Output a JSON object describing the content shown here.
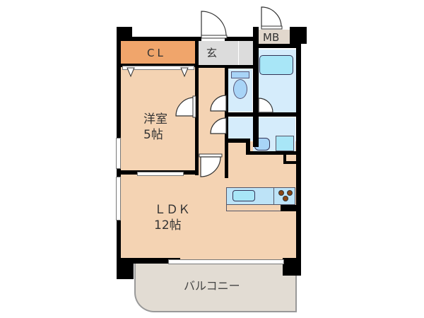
{
  "floorplan": {
    "rooms": {
      "closet": {
        "label": "CL"
      },
      "entrance": {
        "label": "玄"
      },
      "meter_box": {
        "label": "MB"
      },
      "western_room": {
        "label_line1": "洋室",
        "label_line2": "5帖"
      },
      "ldk": {
        "label_line1": "ＬＤＫ",
        "label_line2": "12帖"
      },
      "balcony": {
        "label": "バルコニー"
      }
    },
    "colors": {
      "floor": "#f4d3b3",
      "closet": "#f0a56b",
      "entrance": "#dcdcdc",
      "wet_area": "#d5ecfb",
      "fixture": "#a8e6f7",
      "balcony": "#e2dcd3",
      "stove": "#8b4513",
      "wall": "#000000"
    }
  }
}
